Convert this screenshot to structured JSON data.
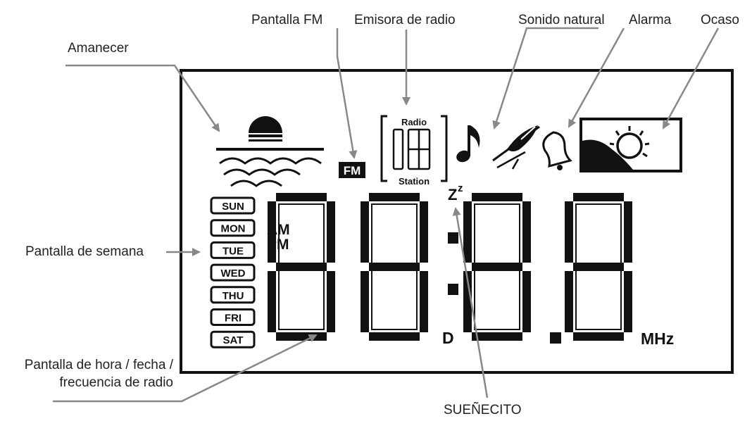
{
  "callouts": {
    "amanecer": "Amanecer",
    "pantalla_fm": "Pantalla FM",
    "emisora_radio": "Emisora de radio",
    "sonido_natural": "Sonido natural",
    "alarma": "Alarma",
    "ocaso": "Ocaso",
    "pantalla_semana": "Pantalla de semana",
    "pantalla_hora_line1": "Pantalla de hora / fecha /",
    "pantalla_hora_line2": "frecuencia de radio",
    "suenecito": "SUEÑECITO"
  },
  "lcd": {
    "fm_badge": "FM",
    "radio_label": "Radio",
    "station_label": "Station",
    "am": "AM",
    "pm": "PM",
    "days": [
      "SUN",
      "MON",
      "TUE",
      "WED",
      "THU",
      "FRI",
      "SAT"
    ],
    "zz_big": "Z",
    "zz_small": "z",
    "d_label": "D",
    "mhz_label": "MHz"
  },
  "colors": {
    "ink": "#111111",
    "leader": "#888888",
    "text": "#222222",
    "background": "#ffffff"
  }
}
